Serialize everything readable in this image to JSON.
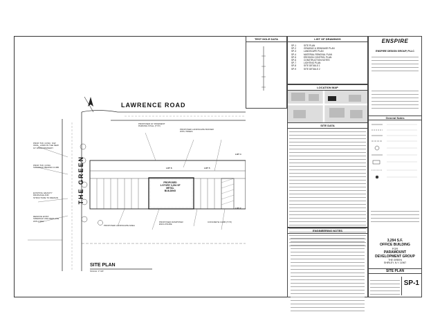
{
  "plan": {
    "road_name": "LAWRENCE ROAD",
    "street_name": "THE GREEN",
    "title": "SITE PLAN",
    "scale": "SCALE: 1\"=20'",
    "lots": [
      "LOT 6",
      "LOT 5",
      "LOT 4",
      "LOT 7"
    ],
    "proposed_building": "PROPOSED\n1-STORY 3,294 SF\nMETAL\nBUILDING"
  },
  "panels": {
    "test_hole": "TEST HOLE DATA",
    "drawings": "LIST OF DRAWINGS",
    "location": "LOCATION MAP",
    "site_data": "SITE DATA",
    "engineering": "ENGINEERING NOTES",
    "general": "General Notes"
  },
  "drawings": [
    {
      "no": "SP-1",
      "name": "SITE PLAN"
    },
    {
      "no": "SP-2",
      "name": "GRADING & DRAINAGE PLAN"
    },
    {
      "no": "SP-3",
      "name": "LANDSCAPE PLAN"
    },
    {
      "no": "SP-4",
      "name": "MATERIAL REMOVAL PLAN"
    },
    {
      "no": "SP-5",
      "name": "EROSION CONTROL PLAN"
    },
    {
      "no": "SP-6",
      "name": "CONSTRUCTION NOTES"
    },
    {
      "no": "SP-7",
      "name": "LIGHTING PLAN"
    },
    {
      "no": "SP-8",
      "name": "SITE DETAILS 1"
    },
    {
      "no": "SP-9",
      "name": "SITE DETAILS 2"
    }
  ],
  "firm": {
    "logo": "ENSPIRE",
    "name": "ENSPIRE DESIGN GROUP, PLLC"
  },
  "project": {
    "area": "3,294 S.F.",
    "type": "OFFICE BUILDING",
    "for": "FOR",
    "client": "PARAMOUNT",
    "client2": "DEVELOPMENT GROUP",
    "site": "THE GREEN",
    "town": "SHIRLEY, N.Y. 11967",
    "sheet_title": "SITE PLAN",
    "sheet_no": "SP-1"
  }
}
